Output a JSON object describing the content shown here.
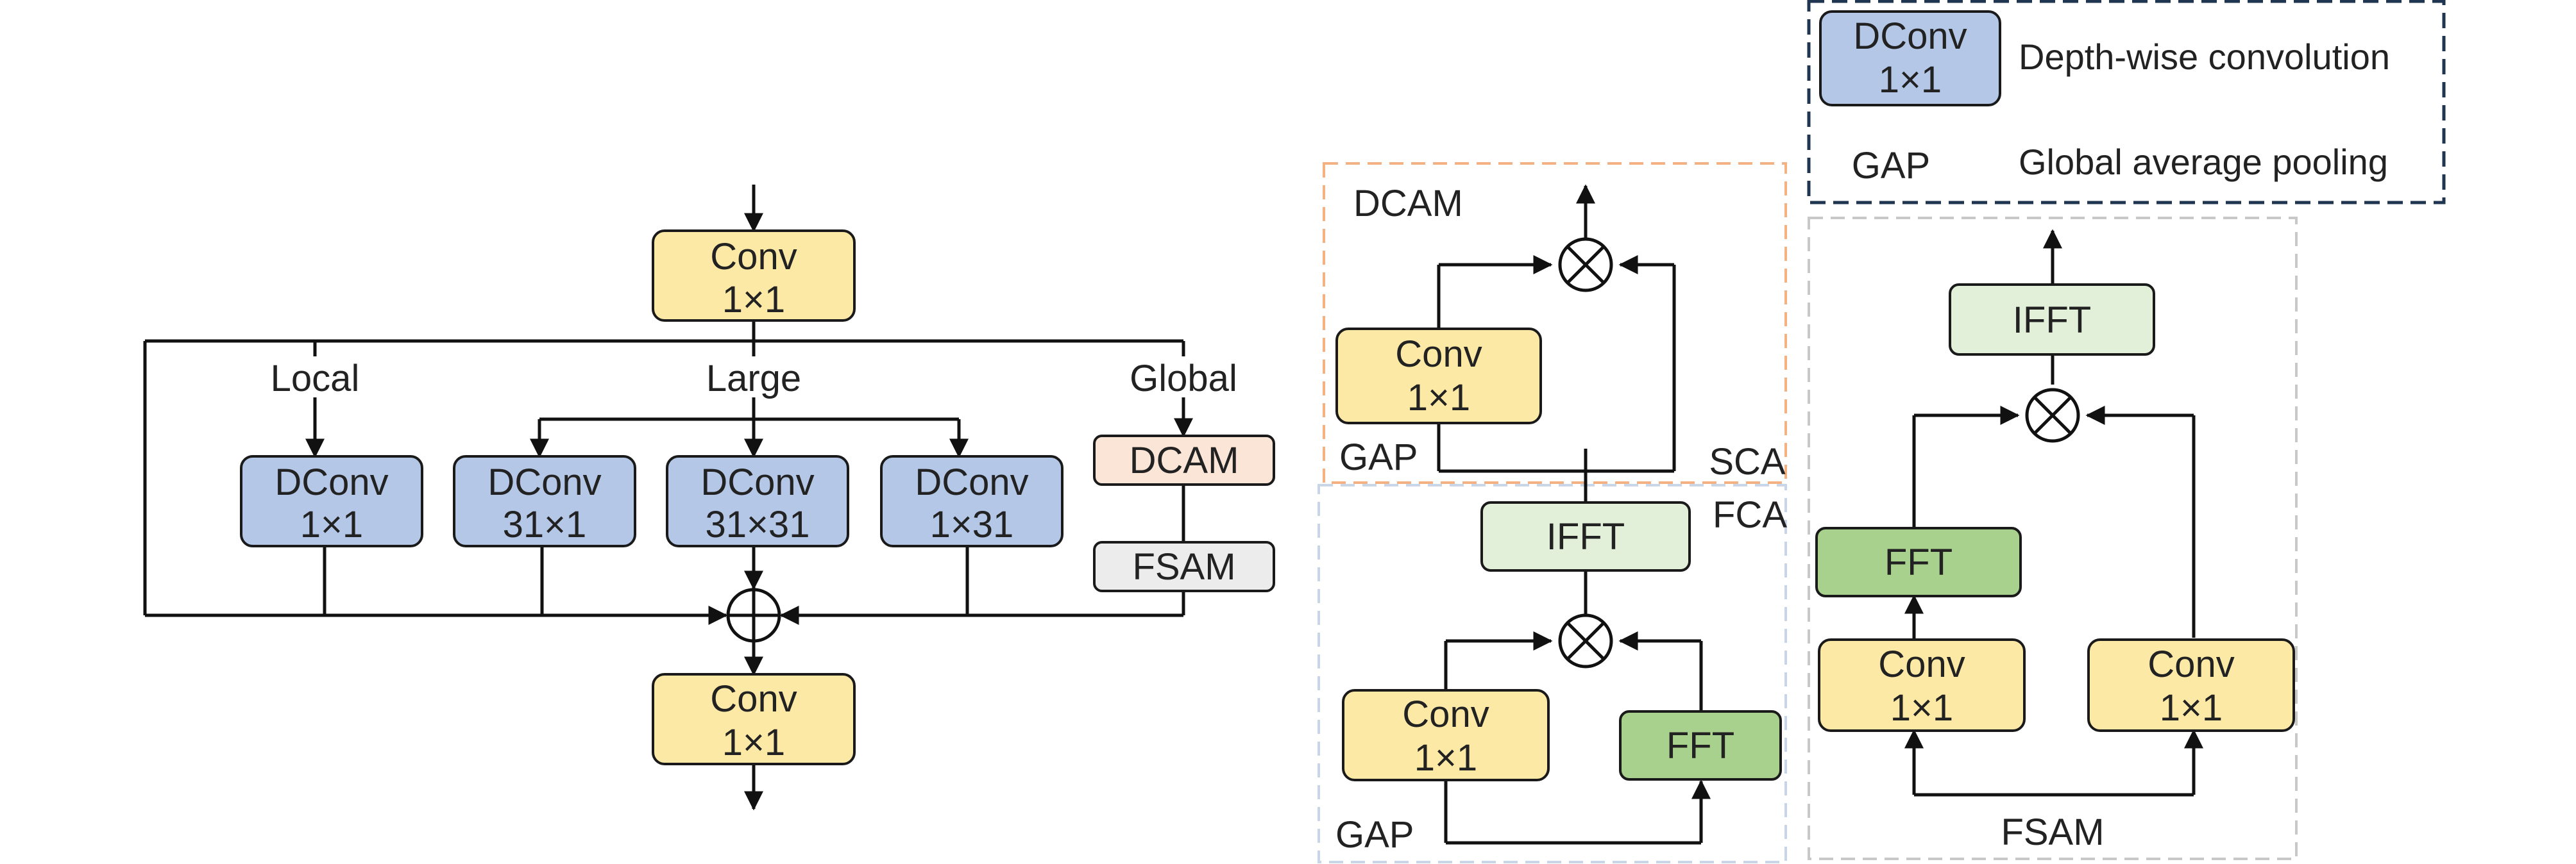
{
  "colors": {
    "conv": "#fde9a6",
    "dconv": "#b4c7e7",
    "dcam": "#fbe5d6",
    "fsam": "#ececec",
    "ifft": "#e2f0d9",
    "fft": "#a9d18e",
    "box_stroke": "#1a1a1a",
    "line": "#111111",
    "dcam_frame": "#f4b183",
    "fca_frame": "#c9d6e8",
    "fsam_frame": "#c8c8c8",
    "legend_frame": "#1f3550"
  },
  "left": {
    "conv_top": {
      "l1": "Conv",
      "l2": "1×1"
    },
    "conv_bottom": {
      "l1": "Conv",
      "l2": "1×1"
    },
    "branch_local": "Local",
    "branch_large": "Large",
    "branch_global": "Global",
    "dconv_local": {
      "l1": "DConv",
      "l2": "1×1"
    },
    "dconv_31x1": {
      "l1": "DConv",
      "l2": "31×1"
    },
    "dconv_31x31": {
      "l1": "DConv",
      "l2": "31×31"
    },
    "dconv_1x31": {
      "l1": "DConv",
      "l2": "1×31"
    },
    "dcam": "DCAM",
    "fsam": "FSAM"
  },
  "middle": {
    "dcam_title": "DCAM",
    "dcam_conv": {
      "l1": "Conv",
      "l2": "1×1"
    },
    "gap_top": "GAP",
    "sca": "SCA",
    "fca": "FCA",
    "ifft": "IFFT",
    "fca_conv": {
      "l1": "Conv",
      "l2": "1×1"
    },
    "fft": "FFT",
    "gap_bottom": "GAP"
  },
  "right": {
    "ifft": "IFFT",
    "fft": "FFT",
    "conv_left": {
      "l1": "Conv",
      "l2": "1×1"
    },
    "conv_right": {
      "l1": "Conv",
      "l2": "1×1"
    },
    "title": "FSAM"
  },
  "legend": {
    "dconv_box": {
      "l1": "DConv",
      "l2": "1×1"
    },
    "dconv_desc": "Depth-wise convolution",
    "gap_label": "GAP",
    "gap_desc": "Global average pooling"
  }
}
